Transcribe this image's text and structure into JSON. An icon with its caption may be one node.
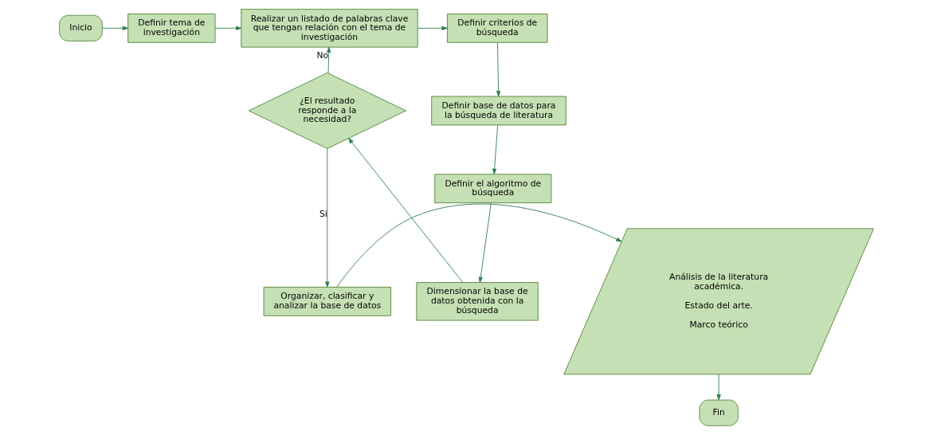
{
  "diagram": {
    "nodes": [
      {
        "text": [
          "Inicio"
        ]
      },
      {
        "text": [
          "Definir tema de investigación"
        ]
      },
      {
        "text": [
          "Realizar un listado de palabras clave que tengan relación con el tema de investigación"
        ]
      },
      {
        "text": [
          "Definir criterios de búsqueda"
        ]
      },
      {
        "text": [
          "Definir base de datos para la búsqueda de literatura"
        ]
      },
      {
        "text": [
          "Definir el algoritmo de búsqueda"
        ]
      },
      {
        "text": [
          "Dimensionar la base de datos obtenida con la búsqueda"
        ]
      },
      {
        "text": [
          "¿El resultado responde a la necesidad?"
        ]
      },
      {
        "text": [
          "Organizar, clasificar y analizar la base de datos"
        ]
      },
      {
        "text": [
          "Análisis de la literatura académica.",
          "Estado del arte.",
          "Marco teórico"
        ]
      },
      {
        "text": [
          "Fin"
        ]
      }
    ],
    "edges": [
      {
        "from": 0,
        "to": 1,
        "arrow": "to"
      },
      {
        "from": 1,
        "to": 2,
        "arrow": "to"
      },
      {
        "from": 2,
        "to": 3,
        "arrow": "to"
      },
      {
        "from": 3,
        "to": 4,
        "arrow": "to"
      },
      {
        "from": 4,
        "to": 5,
        "arrow": "to"
      },
      {
        "from": 5,
        "to": 6,
        "arrow": "to"
      },
      {
        "from": 6,
        "to": 7,
        "arrow": "to"
      },
      {
        "from": 7,
        "to": 2,
        "arrow": "to",
        "label": "No"
      },
      {
        "from": 7,
        "to": 8,
        "arrow": "to",
        "label": "Si"
      },
      {
        "from": 8,
        "to": 9,
        "arrow": "to"
      },
      {
        "from": 9,
        "to": 10,
        "arrow": "to"
      }
    ]
  }
}
